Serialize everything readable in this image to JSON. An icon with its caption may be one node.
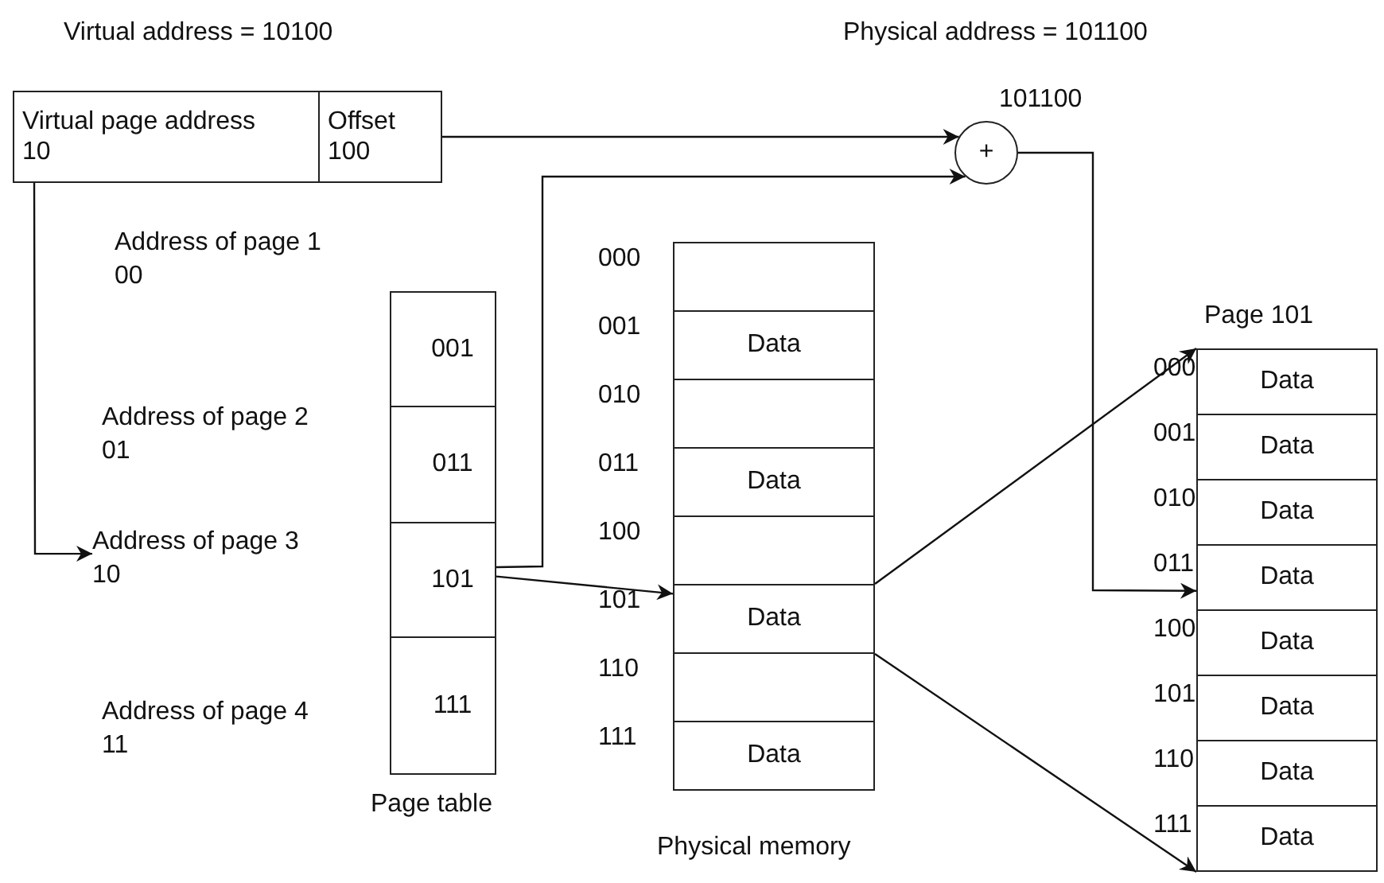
{
  "diagram": {
    "nodes": [
      {
        "text": [
          "Virtual page address",
          "10"
        ]
      },
      {
        "text": [
          "Offset",
          "100"
        ]
      },
      {
        "text": [
          "+"
        ],
        "beside": [
          "101100"
        ]
      },
      {
        "text": [
          "Address of page 3",
          "10"
        ]
      },
      {
        "text": [
          "Page table"
        ]
      },
      {
        "text": [
          "001"
        ],
        "in": 4
      },
      {
        "text": [
          "011"
        ],
        "in": 4
      },
      {
        "text": [
          "101"
        ],
        "in": 4
      },
      {
        "text": [
          "111"
        ],
        "in": 4
      },
      {
        "text": [
          "Physical memory"
        ]
      },
      {
        "text": [],
        "shape": "box",
        "beside": [
          "000"
        ],
        "in": 9
      },
      {
        "text": [
          "Data"
        ],
        "beside": [
          "001"
        ],
        "in": 9
      },
      {
        "text": [],
        "shape": "box",
        "beside": [
          "010"
        ],
        "in": 9
      },
      {
        "text": [
          "Data"
        ],
        "beside": [
          "011"
        ],
        "in": 9
      },
      {
        "text": [],
        "shape": "box",
        "beside": [
          "100"
        ],
        "in": 9
      },
      {
        "text": [
          "Data"
        ],
        "beside": [
          "101"
        ],
        "in": 9
      },
      {
        "text": [],
        "shape": "box",
        "beside": [
          "110"
        ],
        "in": 9
      },
      {
        "text": [
          "Data"
        ],
        "beside": [
          "111"
        ],
        "in": 9
      },
      {
        "text": [
          "Page 101"
        ]
      },
      {
        "text": [
          "Data"
        ],
        "beside": [
          "000"
        ],
        "in": 18
      },
      {
        "text": [
          "Data"
        ],
        "beside": [
          "001"
        ],
        "in": 18
      },
      {
        "text": [
          "Data"
        ],
        "beside": [
          "010"
        ],
        "in": 18
      },
      {
        "text": [
          "Data"
        ],
        "beside": [
          "011"
        ],
        "in": 18
      },
      {
        "text": [
          "Data"
        ],
        "beside": [
          "100"
        ],
        "in": 18
      },
      {
        "text": [
          "Data"
        ],
        "beside": [
          "101"
        ],
        "in": 18
      },
      {
        "text": [
          "Data"
        ],
        "beside": [
          "110"
        ],
        "in": 18
      },
      {
        "text": [
          "Data"
        ],
        "beside": [
          "111"
        ],
        "in": 18
      }
    ],
    "edges": [
      {
        "from": 1,
        "to": 2,
        "arrow": "to"
      },
      {
        "from": 0,
        "to": 3,
        "arrow": "to"
      },
      {
        "from": 7,
        "to": 2,
        "arrow": "to"
      },
      {
        "from": 7,
        "to": 15,
        "arrow": "to"
      },
      {
        "from": 2,
        "to": 22,
        "arrow": "to"
      },
      {
        "from": 15,
        "to": 19,
        "arrow": "to"
      },
      {
        "from": 15,
        "to": 26,
        "arrow": "to"
      }
    ],
    "labels": [
      "Virtual address = 10100",
      "Physical address = 101100",
      "Address of page 1",
      "00",
      "Address of page 2",
      "01",
      "Address of page 4",
      "11"
    ]
  }
}
